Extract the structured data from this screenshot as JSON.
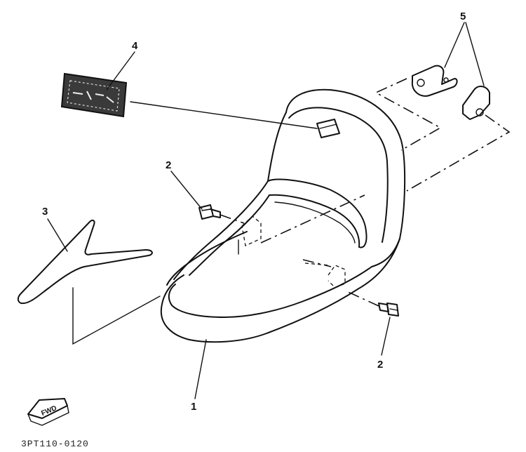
{
  "callouts": {
    "c1": "1",
    "c2a": "2",
    "c2b": "2",
    "c3": "3",
    "c4": "4",
    "c5": "5"
  },
  "fwd_label": "FWD",
  "diagram_code": "3PT110-0120"
}
